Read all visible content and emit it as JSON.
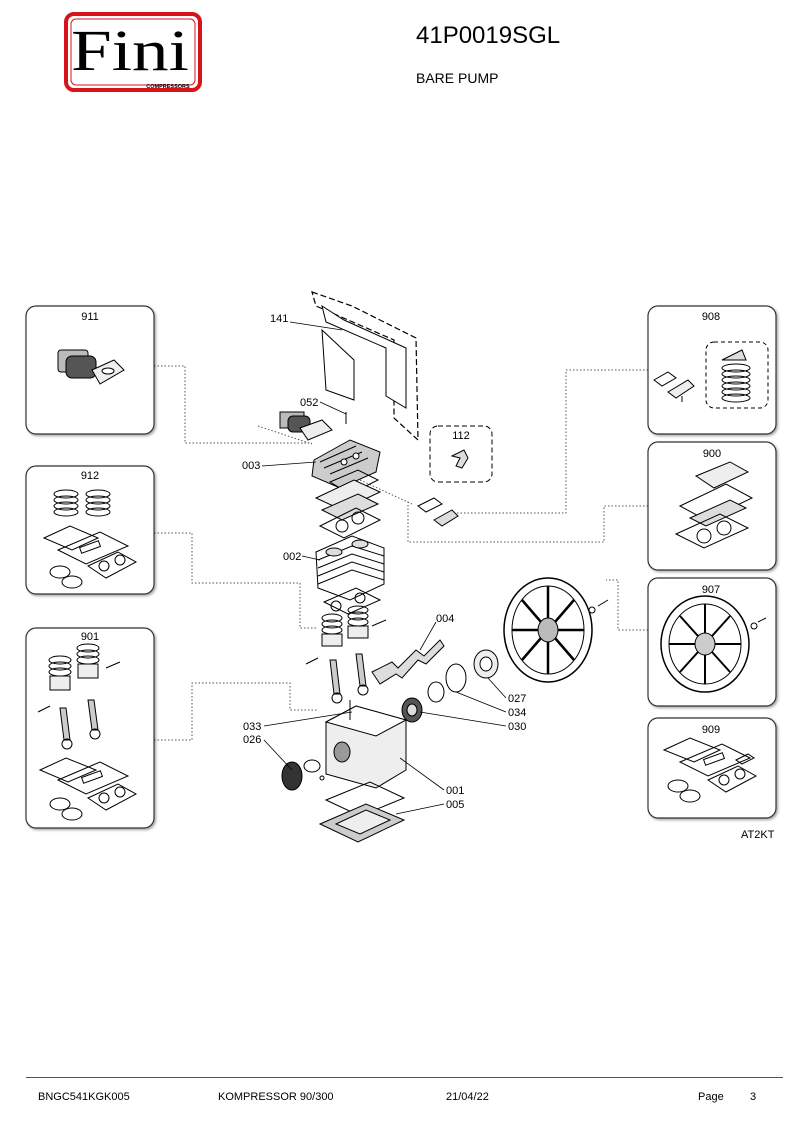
{
  "header": {
    "logo_text": "Fini",
    "logo_subtext": "COMPRESSORS",
    "part_number": "41P0019SGL",
    "description": "BARE PUMP"
  },
  "colors": {
    "logo_red": "#d7141a",
    "line": "#000000",
    "frame": "#333333"
  },
  "diagram": {
    "kits": {
      "k911": "911",
      "k912": "912",
      "k901": "901",
      "k908": "908",
      "k900": "900",
      "k907": "907",
      "k909": "909",
      "k112": "112"
    },
    "callouts": {
      "c141": "141",
      "c052": "052",
      "c003": "003",
      "c002": "002",
      "c004": "004",
      "c027": "027",
      "c034": "034",
      "c030": "030",
      "c033": "033",
      "c026": "026",
      "c001": "001",
      "c005": "005"
    },
    "drawing_code": "AT2KT"
  },
  "footer": {
    "doc_code": "BNGC541KGK005",
    "model": "KOMPRESSOR 90/300",
    "date": "21/04/22",
    "page_label": "Page",
    "page_number": "3"
  }
}
